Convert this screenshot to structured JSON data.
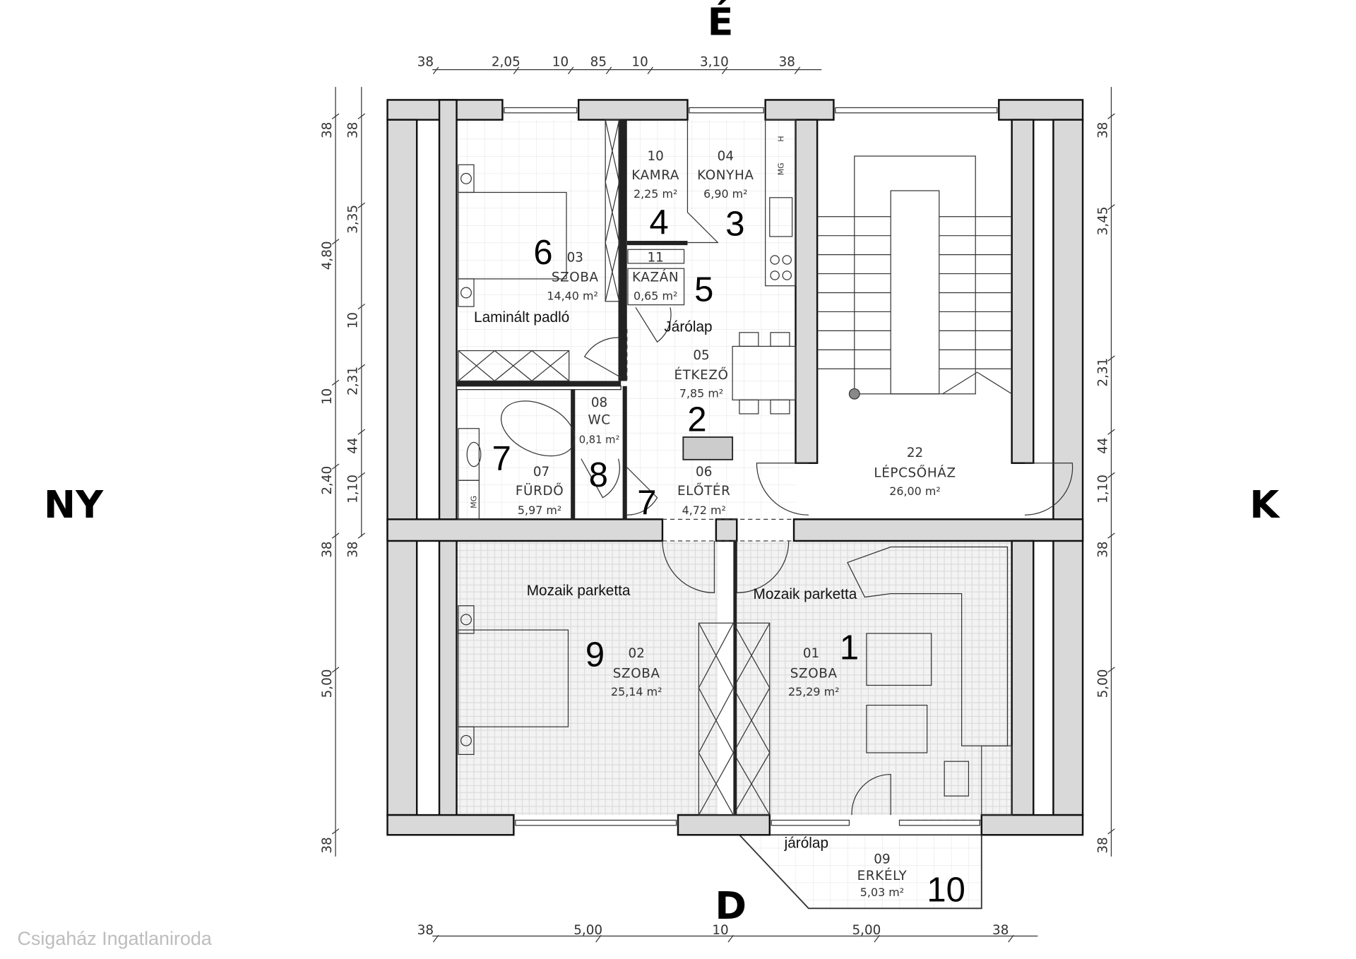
{
  "compass": {
    "north": "É",
    "west": "NY",
    "east": "K",
    "south": "D"
  },
  "watermark": "Csigaház Ingatlaniroda",
  "dimensions": {
    "top": [
      "38",
      "2,05",
      "10",
      "85",
      "10",
      "3,10",
      "38"
    ],
    "bottom": [
      "38",
      "5,00",
      "10",
      "5,00",
      "38"
    ],
    "left_outer": [
      "38",
      "4,80",
      "10",
      "2,40",
      "38",
      "5,00",
      "38"
    ],
    "left_inner": [
      "38",
      "3,35",
      "10",
      "2,31",
      "44",
      "1,10",
      "38"
    ],
    "right": [
      "38",
      "3,45",
      "2,31",
      "44",
      "1,10",
      "38",
      "5,00",
      "38"
    ]
  },
  "rooms": {
    "kamra": {
      "id": "10",
      "name": "KAMRA",
      "area": "2,25 m²",
      "marker": "4"
    },
    "konyha": {
      "id": "04",
      "name": "KONYHA",
      "area": "6,90 m²",
      "marker": "3"
    },
    "szoba03": {
      "id": "03",
      "name": "SZOBA",
      "area": "14,40 m²",
      "marker": "6"
    },
    "kazan": {
      "id": "11",
      "name": "KAZÁN",
      "area": "0,65 m²",
      "marker": "5"
    },
    "etkezo": {
      "id": "05",
      "name": "ÉTKEZŐ",
      "area": "7,85 m²",
      "marker": "2"
    },
    "wc": {
      "id": "08",
      "name": "WC",
      "area": "0,81 m²",
      "marker": "8"
    },
    "furdo": {
      "id": "07",
      "name": "FÜRDŐ",
      "area": "5,97 m²",
      "marker": "7"
    },
    "eloter": {
      "id": "06",
      "name": "ELŐTÉR",
      "area": "4,72 m²",
      "marker": "7"
    },
    "lepcsohaz": {
      "id": "22",
      "name": "LÉPCSŐHÁZ",
      "area": "26,00 m²"
    },
    "szoba02": {
      "id": "02",
      "name": "SZOBA",
      "area": "25,14 m²",
      "marker": "9"
    },
    "szoba01": {
      "id": "01",
      "name": "SZOBA",
      "area": "25,29 m²",
      "marker": "1"
    },
    "erkely": {
      "id": "09",
      "name": "ERKÉLY",
      "area": "5,03 m²",
      "marker": "10"
    }
  },
  "floors": {
    "laminalt": "Laminált padló",
    "jarolap": "Járólap",
    "mozaik_left": "Mozaik parketta",
    "mozaik_right": "Mozaik parketta",
    "jarolap_balcony": "járólap"
  },
  "appliances": {
    "h": "H",
    "mg_kitchen": "MG",
    "mg_bath": "MG"
  }
}
